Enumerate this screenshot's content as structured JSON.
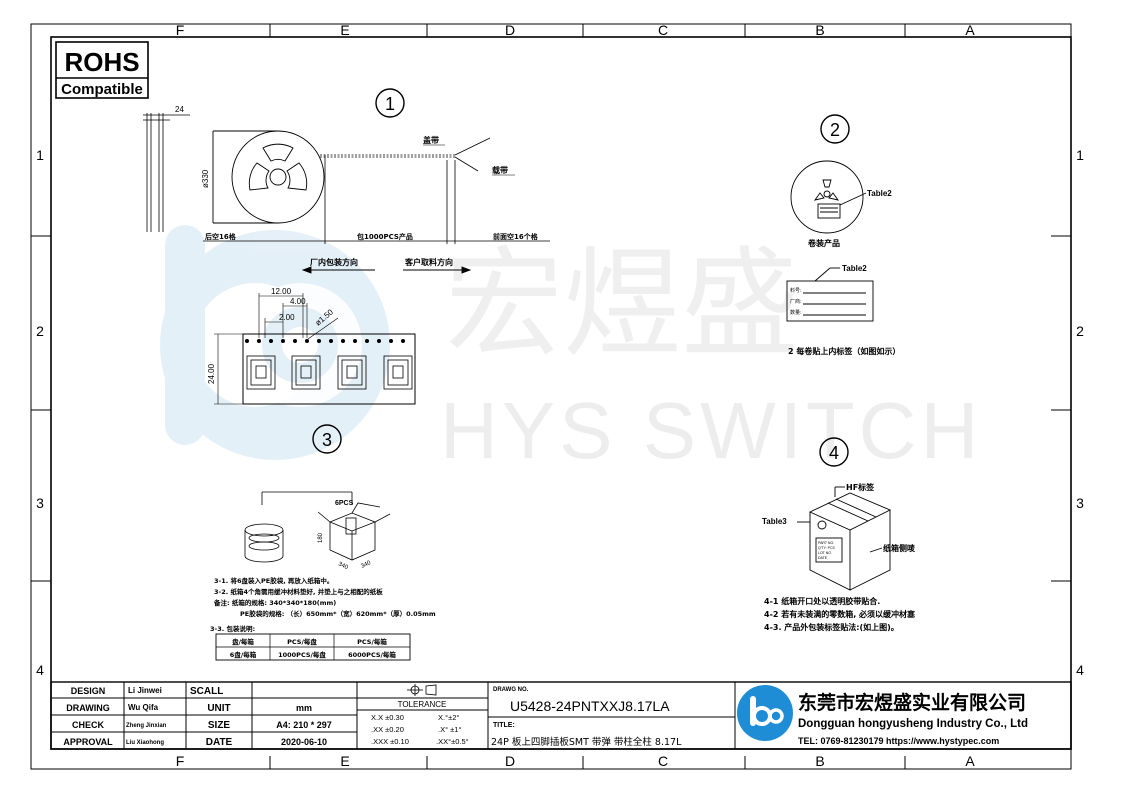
{
  "frame": {
    "col_labels": [
      "F",
      "E",
      "D",
      "C",
      "B",
      "A"
    ],
    "row_labels": [
      "1",
      "2",
      "3",
      "4"
    ]
  },
  "rohs": {
    "line1": "ROHS",
    "line2": "Compatible"
  },
  "watermark": {
    "chinese": "宏煜盛",
    "english": "HYS SWITCH"
  },
  "section1": {
    "number": "1",
    "dim_thickness": "24",
    "dim_diameter": "ø330",
    "cover_tape": "盖带",
    "carrier_tape": "载带",
    "trailer": "后空16格",
    "products": "包1000PCS产品",
    "leader": "前面空16个格",
    "factory_dir": "厂内包装方向",
    "customer_dir": "客户取料方向"
  },
  "section2": {
    "number": "2",
    "table2_label": "Table2",
    "reel_caption": "卷装产品",
    "label_table2": "Table2",
    "label_rows": [
      "料号:",
      "厂商:",
      "数量:"
    ],
    "note": "2 每卷贴上内标签（如图如示）"
  },
  "section3": {
    "number": "3",
    "dim_12": "12.00",
    "dim_4": "4.00",
    "dim_2": "2.00",
    "dim_hole": "ø1.50",
    "dim_24": "24.00",
    "pcs_label": "6PCS",
    "box_dims": [
      "180",
      "340",
      "340"
    ],
    "notes": [
      "3-1. 将6盘装入PE胶袋, 再放入纸箱中。",
      "3-2. 纸箱4个角需用缓冲材料垫好, 并垫上与之相配的纸板",
      "备注: 纸箱的规格: 340*340*180(mm)",
      "PE胶袋的规格: （长）650mm*（宽）620mm*（厚）0.05mm",
      "3-3. 包装说明:"
    ],
    "pack_table": {
      "headers": [
        "盘/每箱",
        "PCS/每盘",
        "PCS/每箱"
      ],
      "row": [
        "6盘/每箱",
        "1000PCS/每盘",
        "6000PCS/每箱"
      ]
    }
  },
  "section4": {
    "number": "4",
    "hf_label": "HF标签",
    "table3": "Table3",
    "side_label": "纸箱侧唛",
    "box_text": [
      "PART NO.",
      "Q'TY: PCS",
      "LOT NO.",
      "DATE"
    ],
    "notes": [
      "4-1 纸箱开口处以透明胶带贴合.",
      "4-2 若有未装满的零数箱, 必须以缓冲材塞",
      "4-3. 产品外包装标签贴法:(如上图)。"
    ]
  },
  "title_block": {
    "design_label": "DESIGN",
    "design_name": "Li Jinwei",
    "drawing_label": "DRAWING",
    "drawing_name": "Wu Qifa",
    "check_label": "CHECK",
    "check_name": "Zheng Jinxian",
    "approval_label": "APPROVAL",
    "approval_name": "Liu Xiaohong",
    "scale_label": "SCALL",
    "unit_label": "UNIT",
    "unit_value": "mm",
    "size_label": "SIZE",
    "size_value": "A4: 210 * 297",
    "date_label": "DATE",
    "date_value": "2020-06-10",
    "tolerance_label": "TOLERANCE",
    "tol_rows": [
      "X.X  ±0.30",
      ".XX  ±0.20",
      ".XXX ±0.10"
    ],
    "tol_angles": [
      "X.°±2°",
      ".X° ±1°",
      ".XX°±0.5°"
    ],
    "drawing_no_label": "DRAWG NO.",
    "drawing_no": "U5428-24PNTXXJ8.17LA",
    "title_label": "TITLE:",
    "title": "24P 板上四脚插板SMT 带弹 带柱全柱 8.17L",
    "company_cn": "东莞市宏煜盛实业有限公司",
    "company_en": "Dongguan hongyusheng Industry Co., Ltd",
    "contact": "TEL: 0769-81230179  https://www.hystypec.com"
  }
}
